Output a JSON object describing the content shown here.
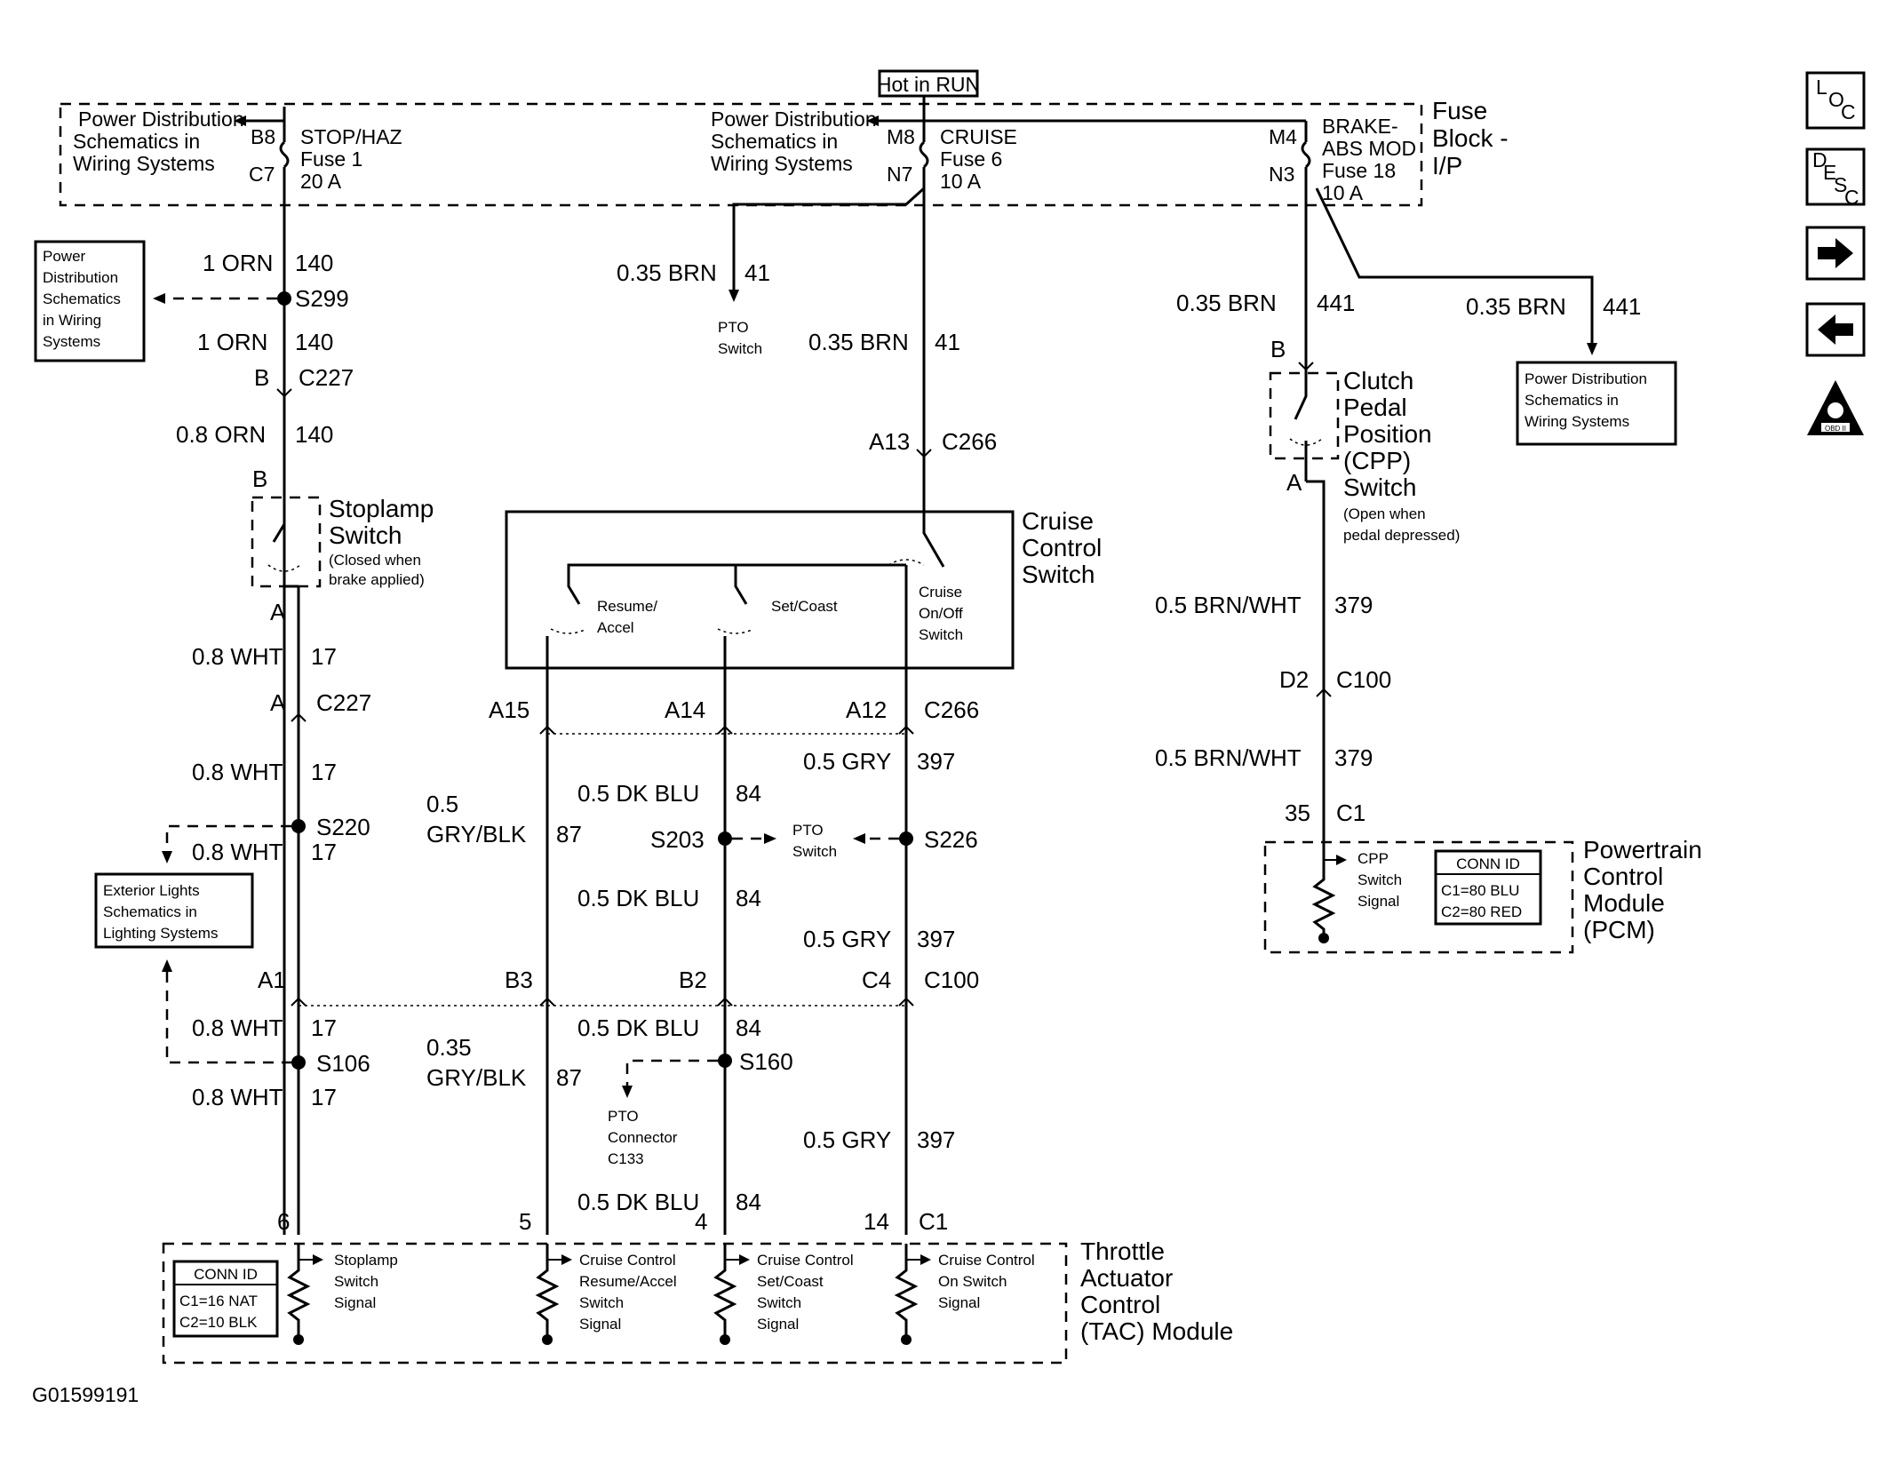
{
  "figure_id": "G01599191",
  "hot_label": "Hot in RUN",
  "fuse_block": {
    "name": "Fuse Block - I/P"
  },
  "nav": [
    "LOC",
    "DESC",
    "next",
    "previous",
    "OBD II"
  ],
  "fuses": [
    {
      "name": "STOP/HAZ",
      "fuse": "Fuse 1",
      "amps": "20 A",
      "pin_in": "B8",
      "pin_out": "C7",
      "reference": "Power Distribution Schematics in Wiring Systems"
    },
    {
      "name": "CRUISE",
      "fuse": "Fuse 6",
      "amps": "10 A",
      "pin_in": "M8",
      "pin_out": "N7",
      "reference": "Power Distribution Schematics in Wiring Systems"
    },
    {
      "name": "BRAKE-ABS MOD",
      "fuse": "Fuse 18",
      "amps": "10 A",
      "pin_in": "M4",
      "pin_out": "N3"
    }
  ],
  "left_circuit": [
    {
      "wire": "1 ORN",
      "circuit": "140"
    },
    {
      "splice": "S299",
      "reference": "Power Distribution Schematics in Wiring Systems"
    },
    {
      "wire": "1 ORN",
      "circuit": "140"
    },
    {
      "connector": "C227",
      "pin": "B"
    },
    {
      "wire": "0.8 ORN",
      "circuit": "140"
    },
    {
      "component": "Stoplamp Switch",
      "note": "(Closed when brake applied)",
      "pin_in": "B",
      "pin_out": "A"
    },
    {
      "wire": "0.8 WHT",
      "circuit": "17"
    },
    {
      "connector": "C227",
      "pin": "A"
    },
    {
      "wire": "0.8 WHT",
      "circuit": "17"
    },
    {
      "splice": "S220",
      "reference": "Exterior Lights Schematics in Lighting Systems"
    },
    {
      "wire": "0.8 WHT",
      "circuit": "17"
    },
    {
      "connector": "C100",
      "pin": "A1"
    },
    {
      "wire": "0.8 WHT",
      "circuit": "17"
    },
    {
      "splice": "S106"
    },
    {
      "wire": "0.8 WHT",
      "circuit": "17"
    },
    {
      "module_pin": "6"
    }
  ],
  "cruise_feed": {
    "pto_wire": "0.35 BRN",
    "pto_circuit": "41",
    "pto_dest": "PTO Switch",
    "wire": "0.35 BRN",
    "circuit": "41",
    "connector": "C266",
    "pin": "A13"
  },
  "cruise_switch": {
    "title": "Cruise Control Switch",
    "contacts": [
      "Resume/ Accel",
      "Set/Coast",
      "Cruise On/Off Switch"
    ]
  },
  "mid_circuits": {
    "c266_pins": [
      "A15",
      "A14",
      "A12"
    ],
    "c266_name": "C266",
    "resume_wire_1": "0.5 GRY/BLK",
    "resume_circuit": "87",
    "set_wire": "0.5 DK BLU",
    "set_circuit": "84",
    "on_wire": "0.5 GRY",
    "on_circuit": "397",
    "s203": "S203",
    "s226": "S226",
    "pto_switch": "PTO Switch",
    "c100_pins": [
      "B3",
      "B2",
      "C4"
    ],
    "c100_name": "C100",
    "resume_wire_2": "0.35 GRY/BLK",
    "s160": "S160",
    "pto_connector": "PTO Connector C133",
    "module_pins": [
      "5",
      "4",
      "14"
    ],
    "module_conn": "C1"
  },
  "tac_module": {
    "title": "Throttle Actuator Control (TAC) Module",
    "conn_id": {
      "header": "CONN ID",
      "c1": "C1=16 NAT",
      "c2": "C2=10 BLK"
    },
    "signals": [
      "Stoplamp Switch Signal",
      "Cruise Control Resume/Accel Switch Signal",
      "Cruise Control Set/Coast Switch Signal",
      "Cruise Control On Switch Signal"
    ]
  },
  "right_circuit": {
    "wire_a": "0.35 BRN",
    "circuit_a": "441",
    "wire_b": "0.35 BRN",
    "circuit_b": "441",
    "reference": "Power Distribution Schematics in Wiring Systems",
    "cpp_switch": "Clutch Pedal Position (CPP) Switch",
    "cpp_note": "(Open when pedal depressed)",
    "pin_in": "B",
    "pin_out": "A",
    "wire_c": "0.5 BRN/WHT",
    "circuit_c": "379",
    "c100_pin": "D2",
    "c100": "C100",
    "wire_d": "0.5 BRN/WHT",
    "circuit_d": "379",
    "pcm_pin": "35",
    "pcm_conn": "C1"
  },
  "pcm": {
    "title": "Powertrain Control Module (PCM)",
    "signal": "CPP Switch Signal",
    "conn_id": {
      "header": "CONN ID",
      "c1": "C1=80 BLU",
      "c2": "C2=80 RED"
    }
  }
}
